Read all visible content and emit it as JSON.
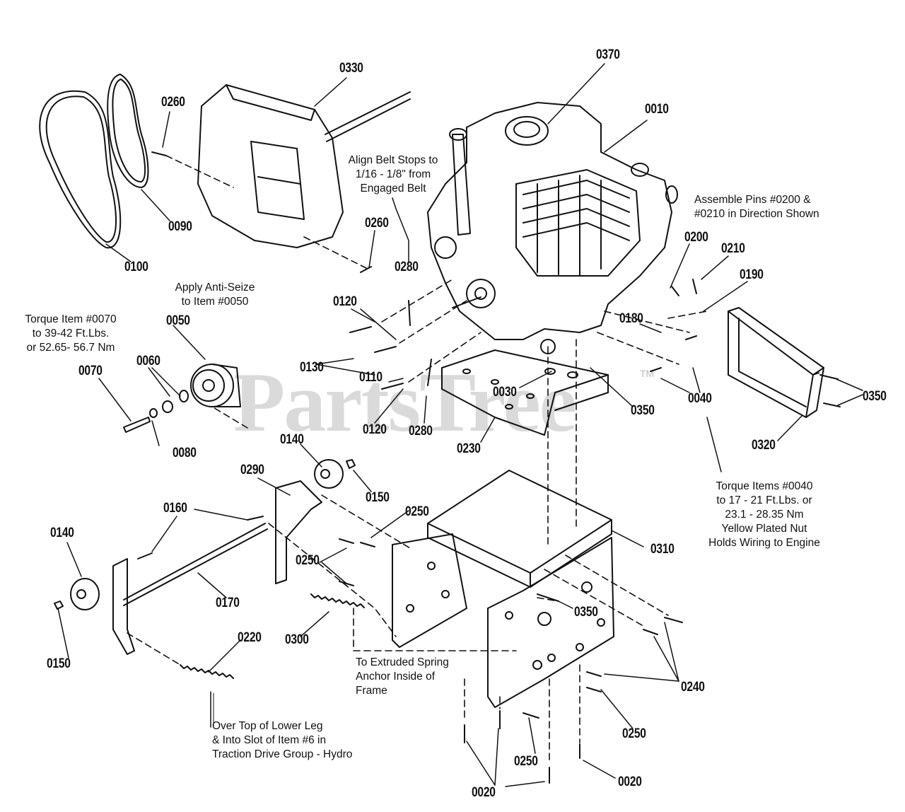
{
  "watermark": {
    "text": "PartsTree",
    "mark": "TM"
  },
  "part_numbers": [
    "0370",
    "0330",
    "0010",
    "0260",
    "0090",
    "0100",
    "0260",
    "0280",
    "0200",
    "0210",
    "0190",
    "0120",
    "0130",
    "0110",
    "0120",
    "0280",
    "0030",
    "0350",
    "0040",
    "0350",
    "0320",
    "0180",
    "0050",
    "0060",
    "0070",
    "0080",
    "0230",
    "0140",
    "0150",
    "0290",
    "0250",
    "0160",
    "0140",
    "0170",
    "0250",
    "0300",
    "0310",
    "0350",
    "0240",
    "0220",
    "0150",
    "0250",
    "0250",
    "0020",
    "0020"
  ],
  "notes": {
    "align_belt": "Align Belt Stops to\n1/16 - 1/8\" from\nEngaged Belt",
    "assemble_pins": "Assemble Pins #0200 &\n#0210 in Direction Shown",
    "apply_anti_seize": "Apply Anti-Seize\nto Item #0050",
    "torque_0070": "Torque Item #0070\nto 39-42 Ft.Lbs.\nor 52.65- 56.7 Nm",
    "torque_0040": "Torque Items #0040\nto 17 - 21 Ft.Lbs. or\n23.1 - 28.35 Nm\nYellow Plated Nut\nHolds Wiring to Engine",
    "extruded_spring": "To Extruded Spring\nAnchor Inside of\nFrame",
    "over_top": "Over Top of Lower Leg\n& Into Slot of Item #6 in\nTraction Drive Group - Hydro"
  }
}
